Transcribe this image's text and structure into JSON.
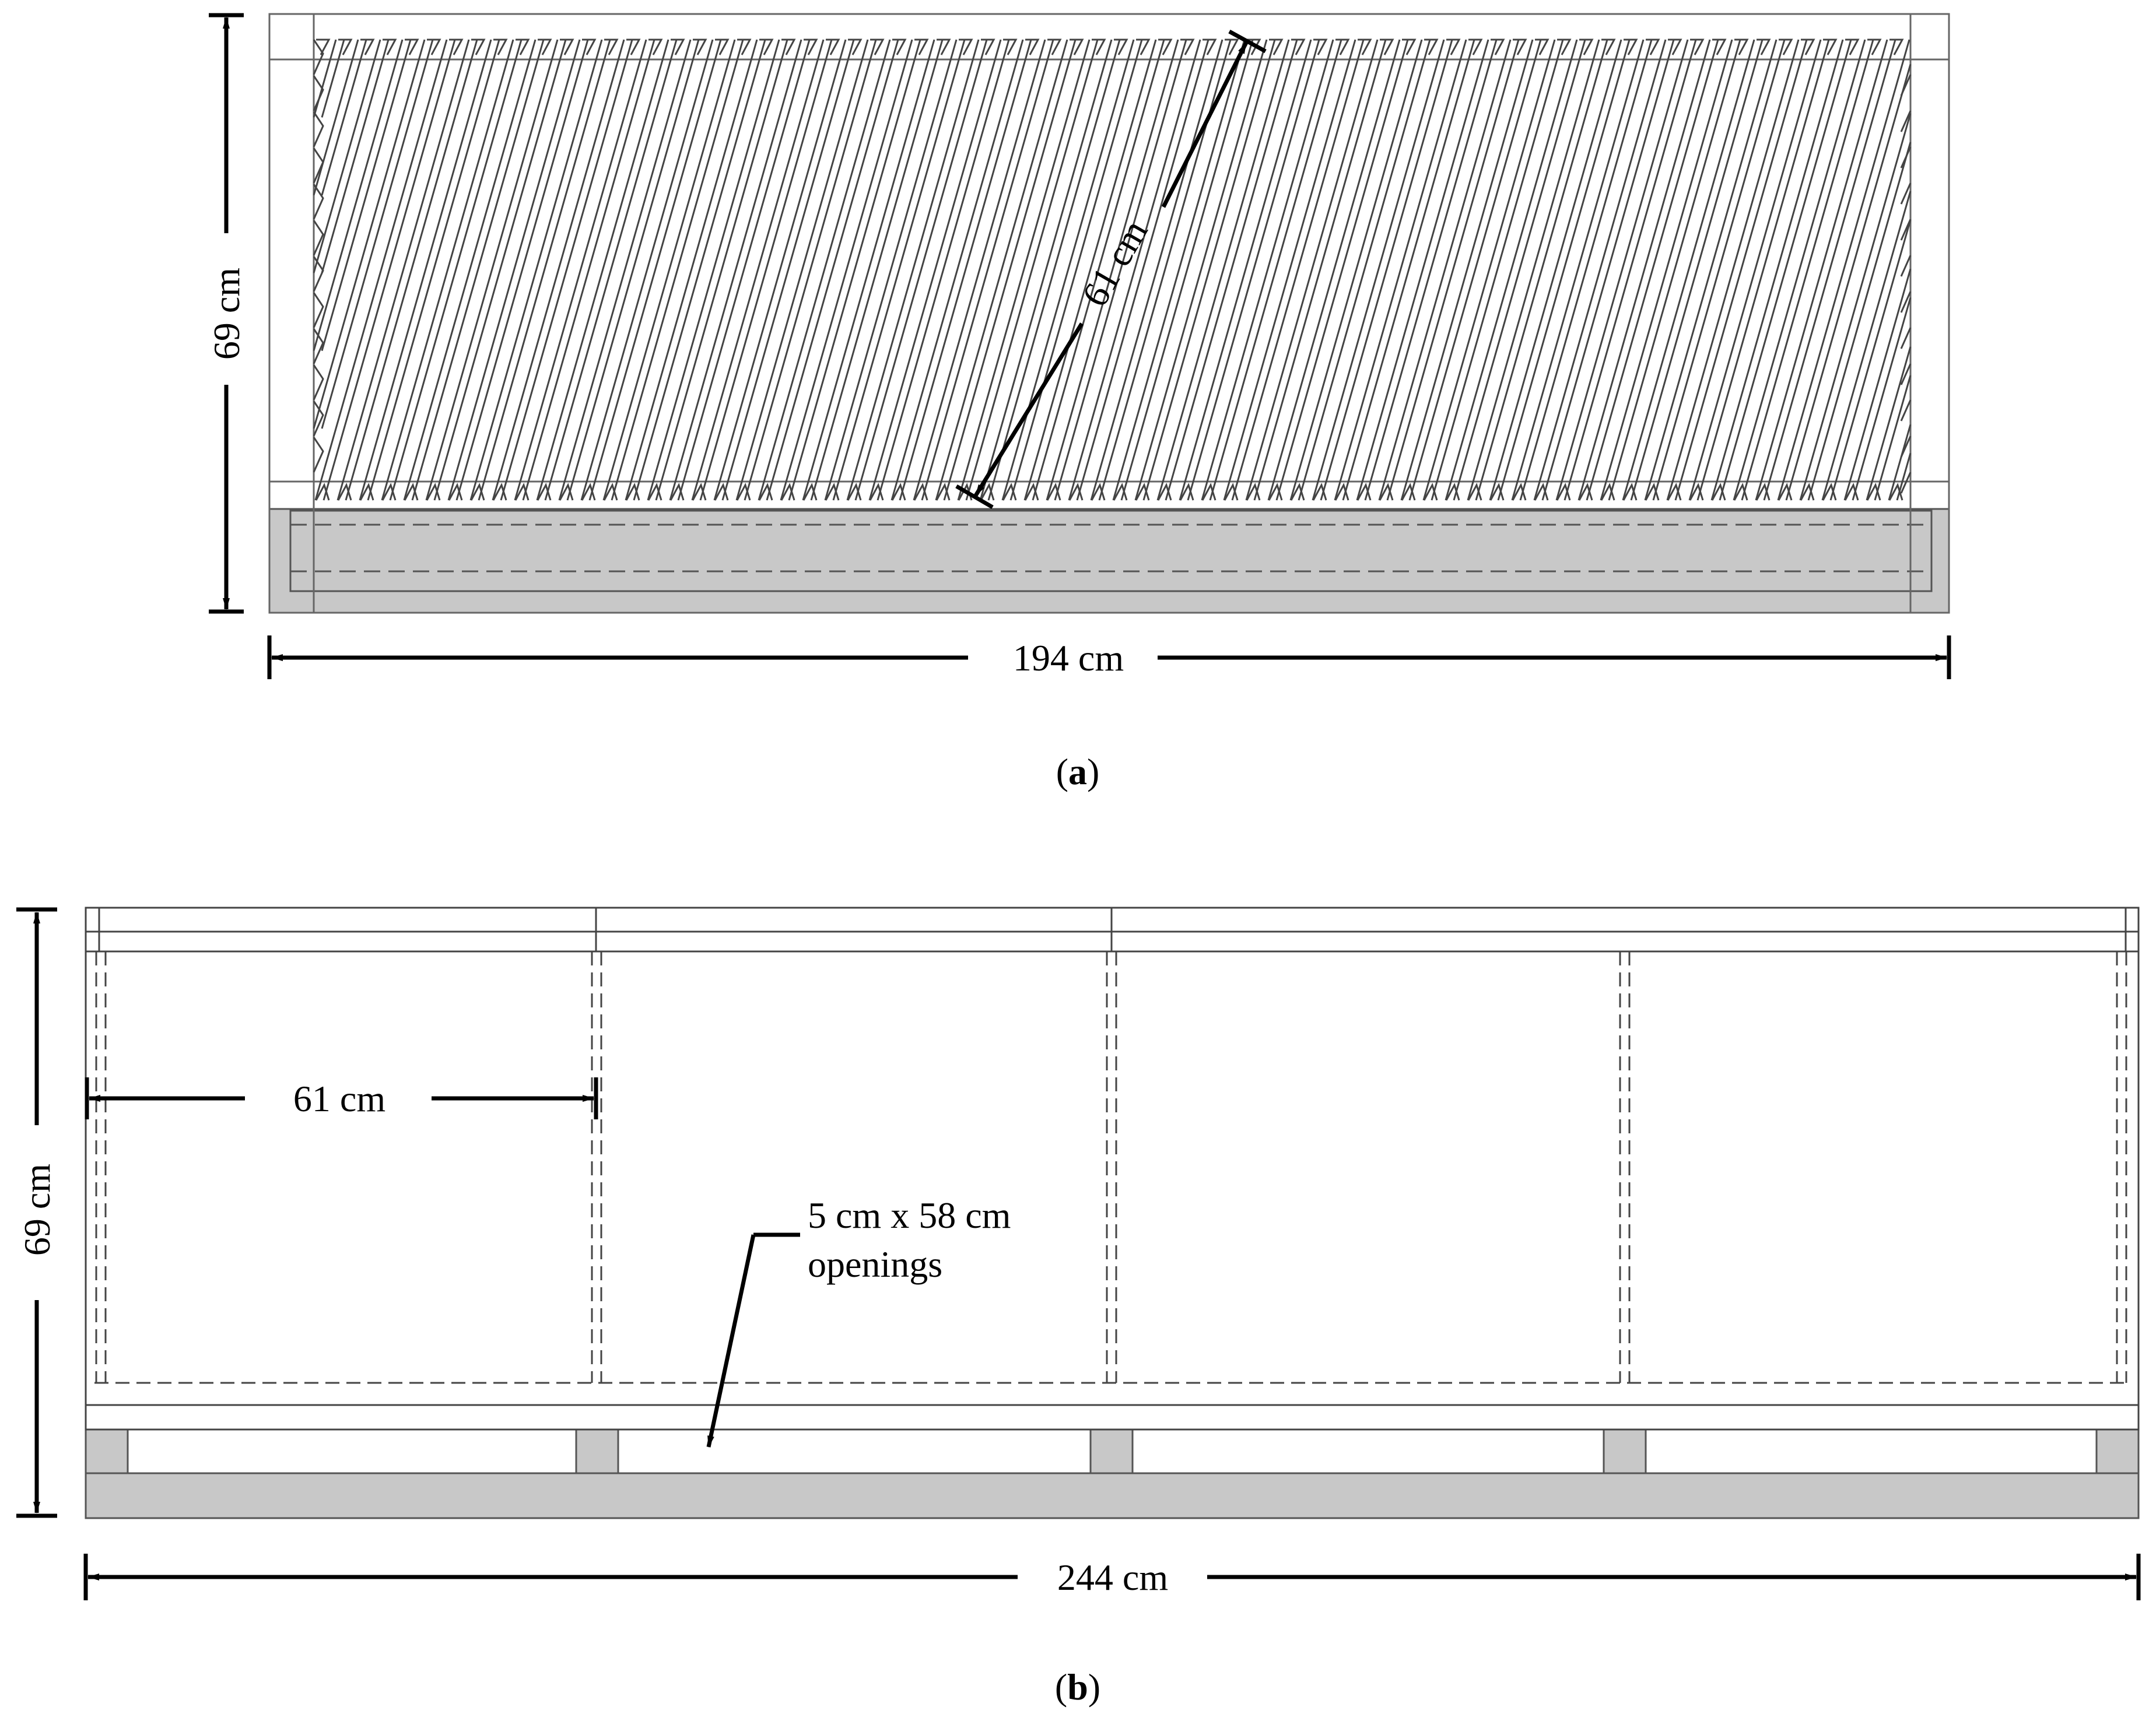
{
  "panel_a": {
    "label_open": "(",
    "label_letter": "a",
    "label_close": ")",
    "height_label": "69 cm",
    "width_label": "194 cm",
    "diagonal_label": "61 cm"
  },
  "panel_b": {
    "label_open": "(",
    "label_letter": "b",
    "label_close": ")",
    "height_label": "69 cm",
    "width_label": "244 cm",
    "spacing_label": "61 cm",
    "openings_label_line1": "5 cm x 58 cm",
    "openings_label_line2": "openings"
  },
  "colors": {
    "base_fill": "#c8c8c8",
    "line": "#000000",
    "hatch": "#444444"
  }
}
